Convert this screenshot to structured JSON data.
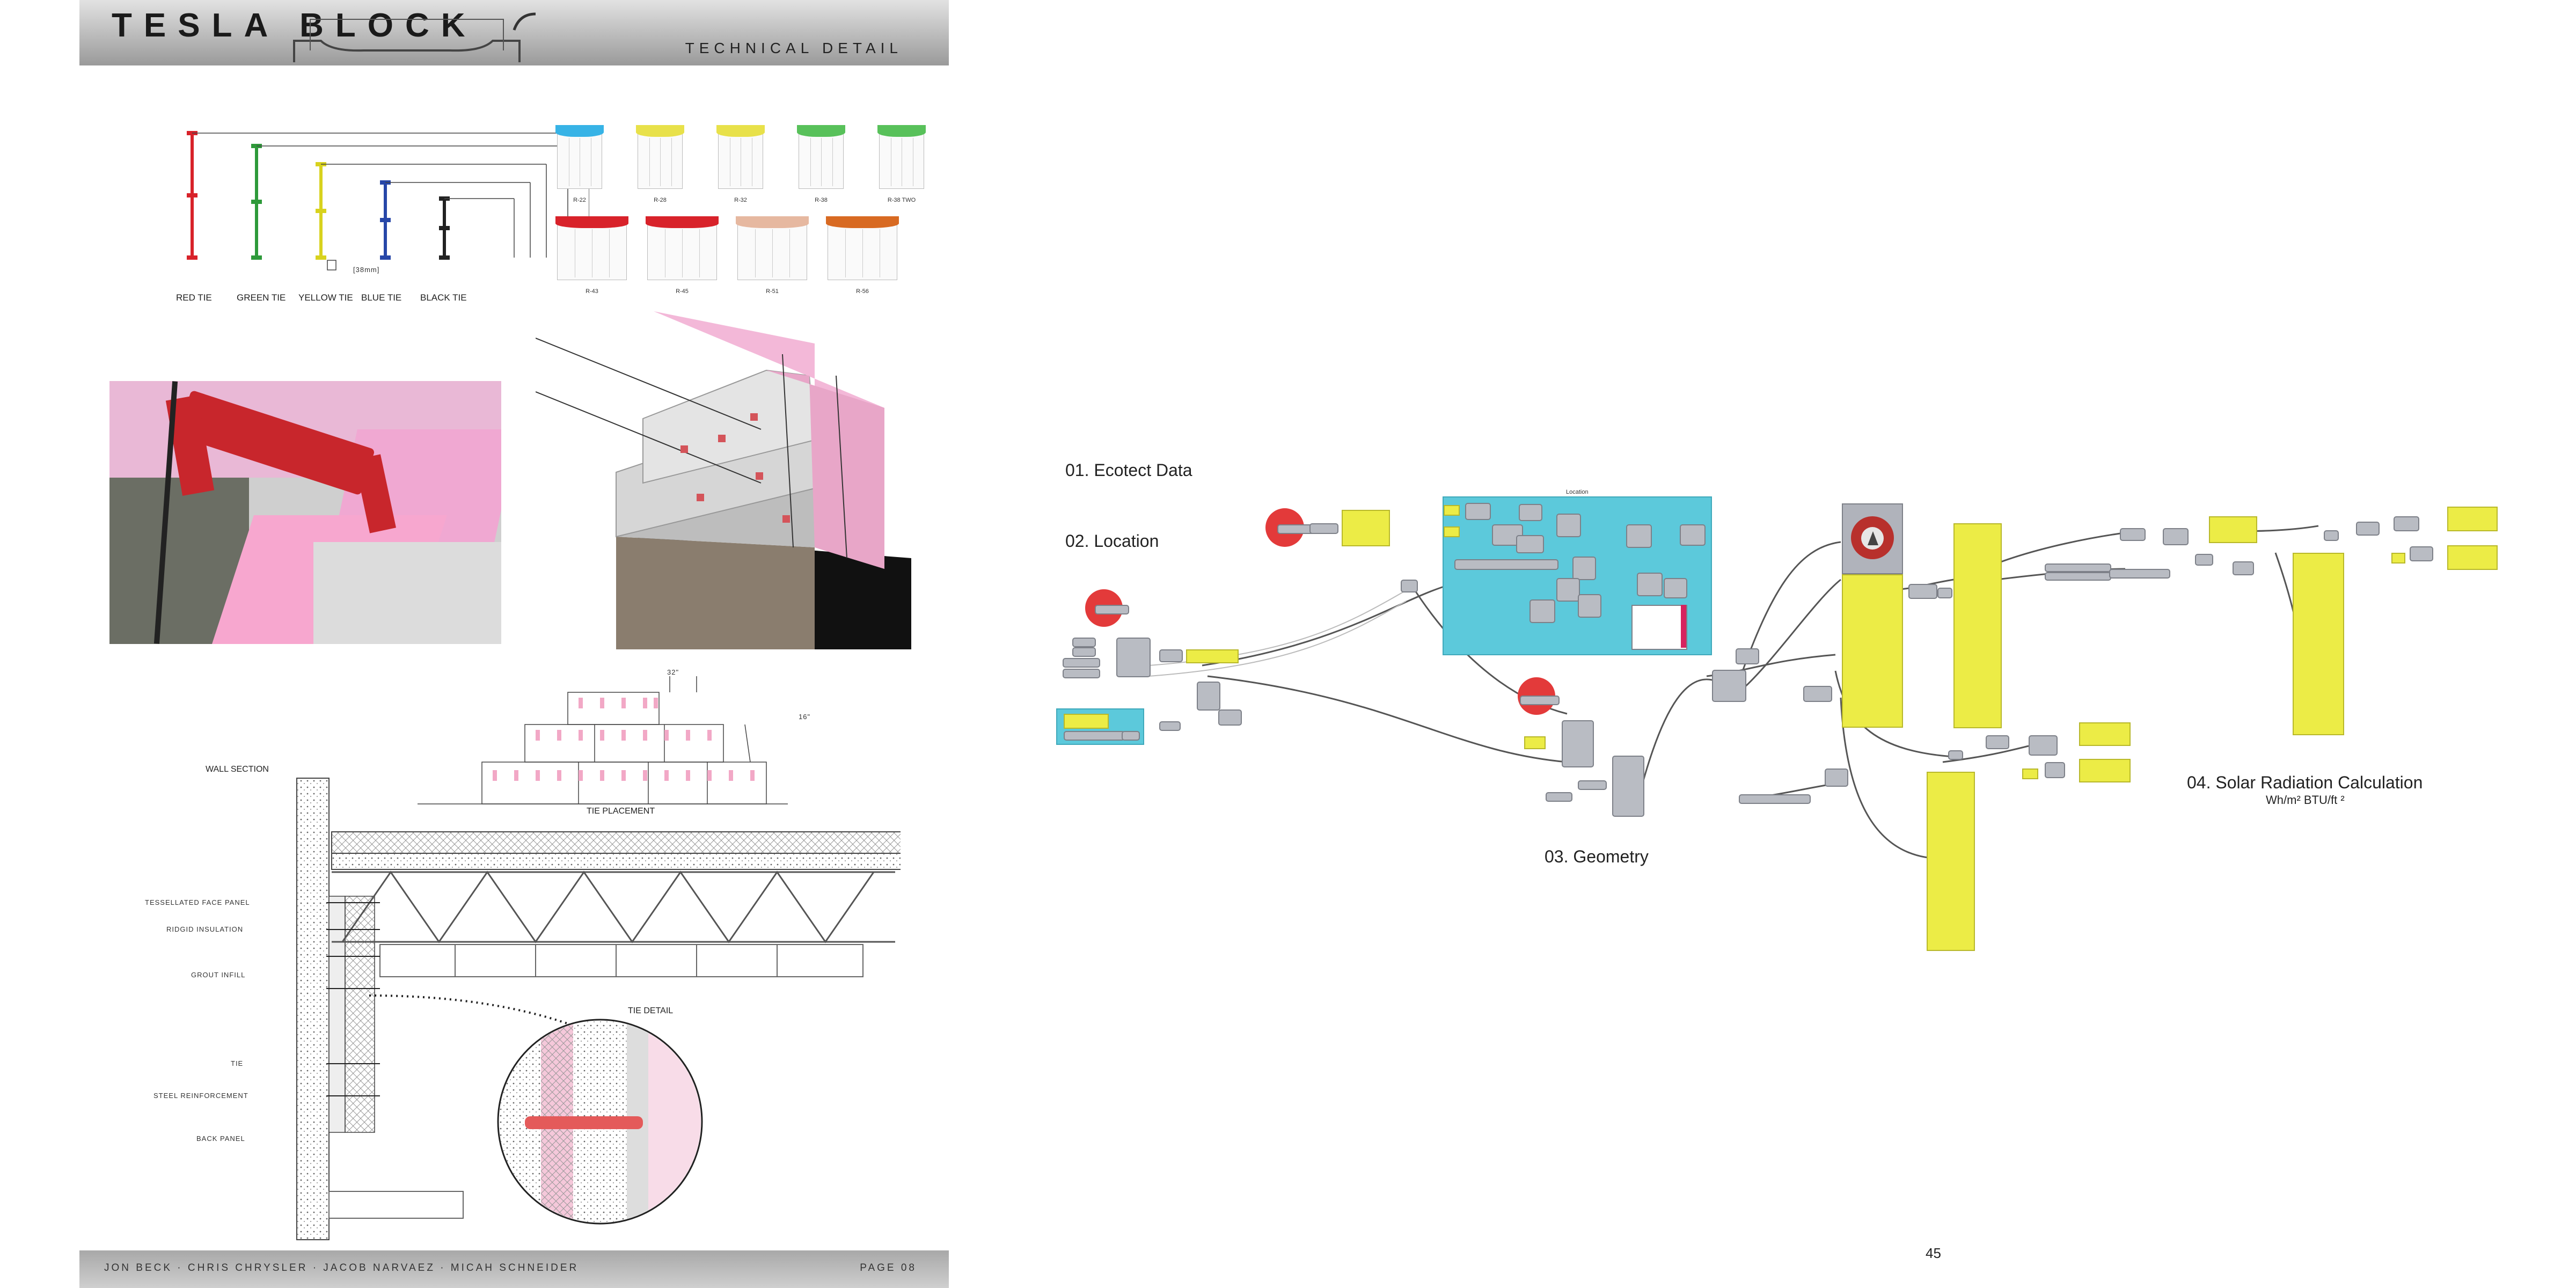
{
  "header": {
    "title": "TESLA BLOCK",
    "subtitle": "TECHNICAL DETAIL"
  },
  "footer": {
    "authors": "JON BECK · CHRIS CHRYSLER · JACOB NARVAEZ · MICAH SCHNEIDER",
    "page": "PAGE 08"
  },
  "ties": {
    "labels": [
      "RED TIE",
      "GREEN TIE",
      "YELLOW TIE",
      "BLUE TIE",
      "BLACK TIE"
    ],
    "colors": [
      "#d8222a",
      "#2e9a3a",
      "#d8d21e",
      "#2747a8",
      "#222222"
    ],
    "dimension": "[38mm]"
  },
  "tie_grid": {
    "top_labels": [
      "R-22",
      "R-28",
      "R-32",
      "R-38",
      "R-38 TWO"
    ],
    "bottom_labels": [
      "R-43",
      "R-45",
      "R-51",
      "R-56"
    ],
    "top_colors": [
      "#37b3e6",
      "#e8e14a",
      "#e8e14a",
      "#58c15a",
      "#58c15a"
    ],
    "bottom_colors": [
      "#d8222a",
      "#d8222a",
      "#e6b8a0",
      "#d86a22"
    ]
  },
  "section": {
    "wall_section_title": "WALL SECTION",
    "tie_placement_title": "TIE PLACEMENT",
    "tie_detail_title": "TIE DETAIL",
    "spacing": "32\"",
    "height": "16\"",
    "callouts": [
      "TESSELLATED FACE PANEL",
      "RIDGID INSULATION",
      "GROUT INFILL",
      "TIE",
      "STEEL REINFORCEMENT",
      "BACK PANEL"
    ]
  },
  "grasshopper": {
    "ecotect": "01. Ecotect Data",
    "location": "02. Location",
    "geometry": "03. Geometry",
    "solar": "04. Solar Radiation Calculation",
    "units": "Wh/m² BTU/ft ²",
    "group_label": "Location"
  },
  "page_number": "45"
}
